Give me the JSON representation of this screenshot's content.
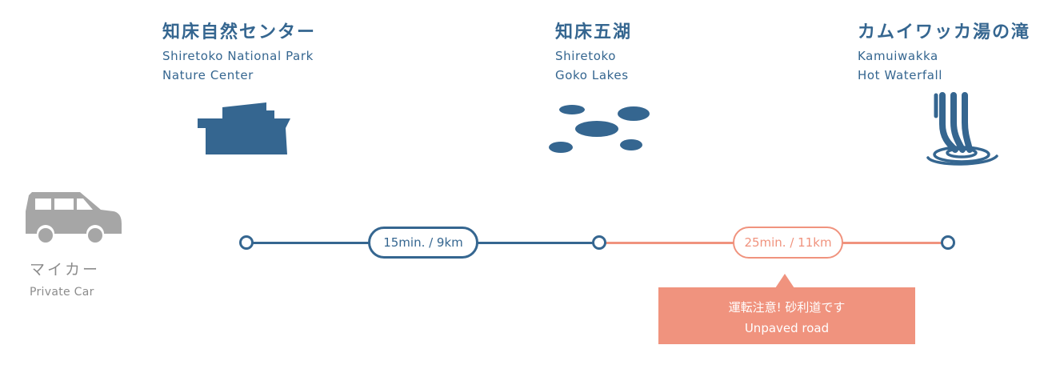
{
  "destinations": [
    {
      "title": "知床自然センター",
      "sub1": "Shiretoko National Park",
      "sub2": "Nature Center",
      "icon": "building-icon"
    },
    {
      "title": "知床五湖",
      "sub1": "Shiretoko",
      "sub2": "Goko Lakes",
      "icon": "lakes-icon"
    },
    {
      "title": "カムイワッカ湯の滝",
      "sub1": "Kamuiwakka",
      "sub2": "Hot Waterfall",
      "icon": "waterfall-icon"
    }
  ],
  "vehicle": {
    "label_jp": "マイカー",
    "label_en": "Private Car",
    "icon": "car-icon"
  },
  "segments": [
    {
      "label": "15min. / 9km",
      "color": "#356690"
    },
    {
      "label": "25min. / 11km",
      "color": "#f0937e"
    }
  ],
  "notice": {
    "line1": "運転注意! 砂利道です",
    "line2": "Unpaved road"
  },
  "colors": {
    "primary": "#356690",
    "accent": "#f0937e",
    "muted": "#8c8c8c"
  }
}
